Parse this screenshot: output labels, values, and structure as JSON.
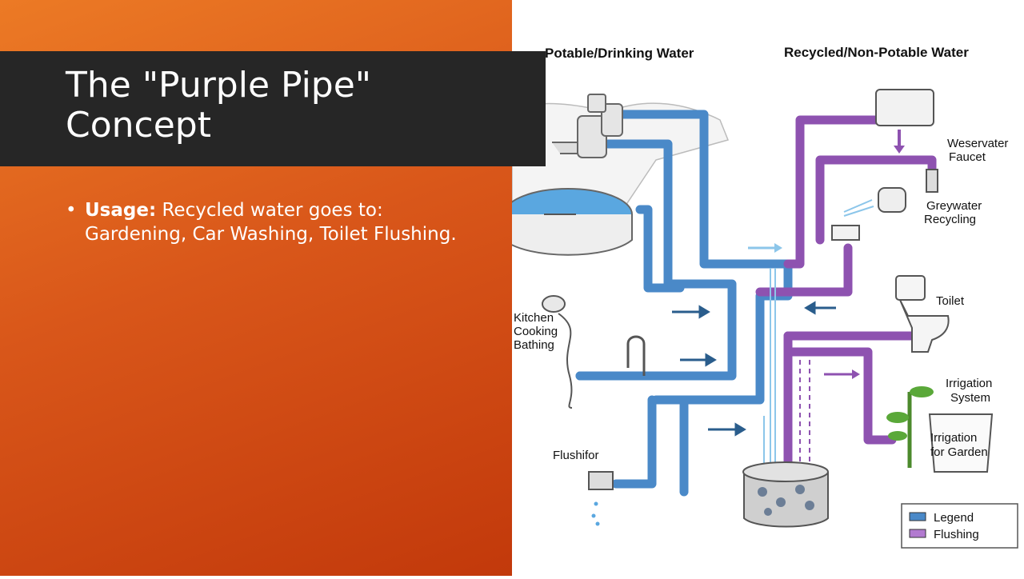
{
  "slide": {
    "title_line1": "The \"Purple Pipe\"",
    "title_line2": "Concept",
    "bullet_label": "Usage:",
    "bullet_text_line1": " Recycled water goes to:",
    "bullet_text_line2": "Gardening, Car Washing, Toilet Flushing.",
    "bullet_symbol": "•"
  },
  "diagram": {
    "heading_potable": "Potable/Drinking Water",
    "heading_recycled": "Recycled/Non-Potable Water",
    "label_weservater_1": "Weservater",
    "label_weservater_2": "Faucet",
    "label_greywater_1": "Greywater",
    "label_greywater_2": "Recycling",
    "label_kitchen_1": "Kitchen",
    "label_kitchen_2": "Cooking",
    "label_kitchen_3": "Bathing",
    "label_toilet": "Toilet",
    "label_irrigation_system_1": "Irrigation",
    "label_irrigation_system_2": "System",
    "label_irrigation_garden_1": "Irrigation",
    "label_irrigation_garden_2": "for Garden",
    "label_flushifor": "Flushifor",
    "legend_item_1": "Legend",
    "legend_item_2": "Flushing",
    "colors": {
      "potable_pipe": "#4a89c8",
      "recycled_pipe": "#8e52b0",
      "arrow": "#2a5d8c"
    }
  }
}
